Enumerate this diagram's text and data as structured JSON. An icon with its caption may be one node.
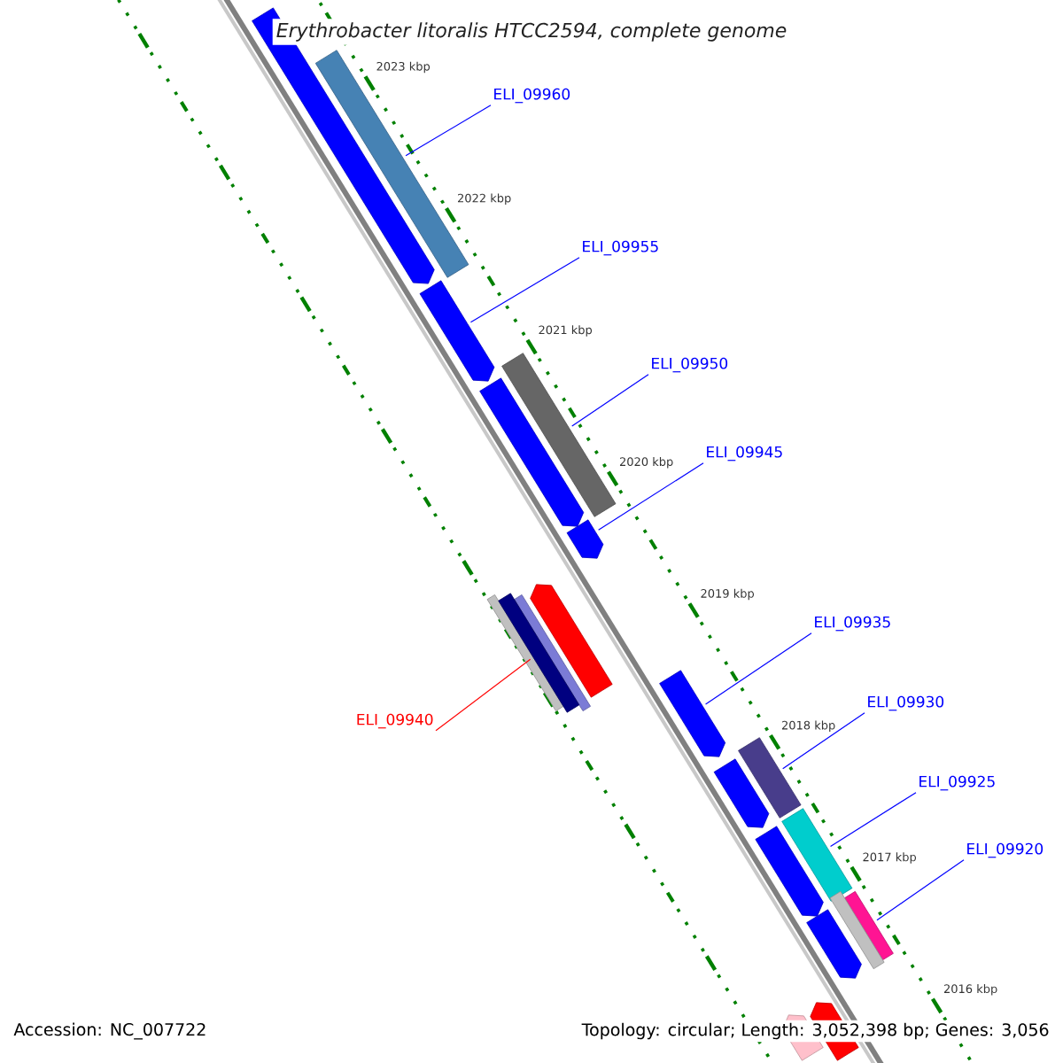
{
  "diagram": {
    "title": "Erythrobacter litoralis HTCC2594, complete genome",
    "nodes": [
      {
        "text": [
          "ELI_09960"
        ]
      },
      {
        "text": [
          "ELI_09955"
        ]
      },
      {
        "text": [
          "ELI_09950"
        ]
      },
      {
        "text": [
          "ELI_09945"
        ]
      },
      {
        "text": [
          "ELI_09940"
        ]
      },
      {
        "text": [
          "ELI_09935"
        ]
      },
      {
        "text": [
          "ELI_09930"
        ]
      },
      {
        "text": [
          "ELI_09925"
        ]
      },
      {
        "text": [
          "ELI_09920"
        ]
      },
      {
        "text": [],
        "shape": "bar"
      },
      {
        "text": [],
        "shape": "bar"
      },
      {
        "text": [],
        "shape": "bar"
      },
      {
        "text": [],
        "shape": "bar"
      },
      {
        "text": [],
        "shape": "bar"
      },
      {
        "text": [],
        "shape": "bar"
      },
      {
        "text": [],
        "shape": "bar"
      },
      {
        "text": [],
        "shape": "bar"
      },
      {
        "text": [],
        "shape": "bar"
      },
      {
        "text": [],
        "shape": "bar"
      },
      {
        "text": [],
        "shape": "bar"
      },
      {
        "text": [],
        "shape": "bar"
      },
      {
        "text": [],
        "shape": "bar"
      },
      {
        "text": [],
        "shape": "bar"
      },
      {
        "text": [],
        "shape": "bar"
      },
      {
        "text": [],
        "shape": "bar"
      },
      {
        "text": [],
        "shape": "bar"
      },
      {
        "text": [],
        "shape": "bar"
      }
    ],
    "edges": [
      {
        "from": 0,
        "to": 9,
        "arrow": "none"
      },
      {
        "from": 1,
        "to": 10,
        "arrow": "none"
      },
      {
        "from": 2,
        "to": 11,
        "arrow": "none"
      },
      {
        "from": 3,
        "to": 12,
        "arrow": "none"
      },
      {
        "from": 4,
        "to": 13,
        "arrow": "none",
        "color": "#ff0000"
      },
      {
        "from": 5,
        "to": 14,
        "arrow": "none"
      },
      {
        "from": 6,
        "to": 15,
        "arrow": "none"
      },
      {
        "from": 7,
        "to": 16,
        "arrow": "none"
      },
      {
        "from": 8,
        "to": 17,
        "arrow": "none"
      }
    ],
    "labels": [
      "2023 kbp",
      "2022 kbp",
      "2021 kbp",
      "2020 kbp",
      "2019 kbp",
      "2018 kbp",
      "2017 kbp",
      "2016 kbp",
      "Accession: NC_007722",
      "Topology: circular; Length: 3,052,398 bp; Genes: 3,056"
    ]
  }
}
